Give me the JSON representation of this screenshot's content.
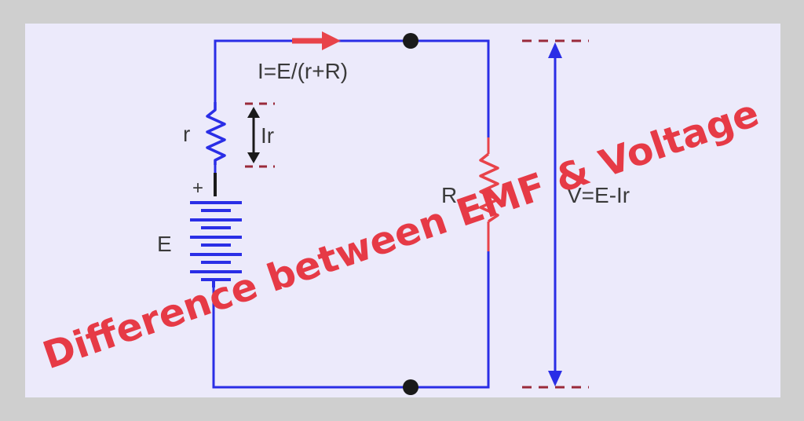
{
  "diagram": {
    "current_formula": "I=E/(r+R)",
    "internal_resistance_label": "r",
    "internal_drop_label": "Ir",
    "emf_label": "E",
    "plus_sign": "+",
    "load_resistor_label": "R",
    "terminal_voltage_label": "V=E-Ir"
  },
  "banner": {
    "text": "Difference between EMF & Voltage"
  },
  "colors": {
    "wire": "#2a2ee6",
    "current_arrow": "#e8434a",
    "resistor_load": "#e8434a",
    "banner_text": "#e63a46",
    "background": "#eceafb",
    "border": "#cfcfcf",
    "measure_arrow": "#2a2ee6",
    "dashes": "#9a2a3a"
  }
}
